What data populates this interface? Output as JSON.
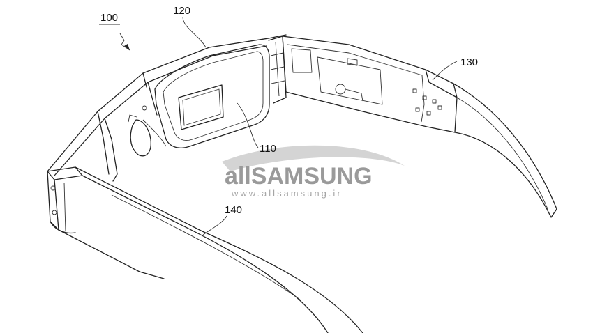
{
  "figure": {
    "reference_numerals": {
      "device": "100",
      "frame": "120",
      "display": "110",
      "electronics_arm": "130",
      "temple_arm": "140"
    }
  },
  "watermark": {
    "logo_text": "allSAMSUNG",
    "url_text": "www.allsamsung.ir",
    "color": "#9a9a9a"
  }
}
